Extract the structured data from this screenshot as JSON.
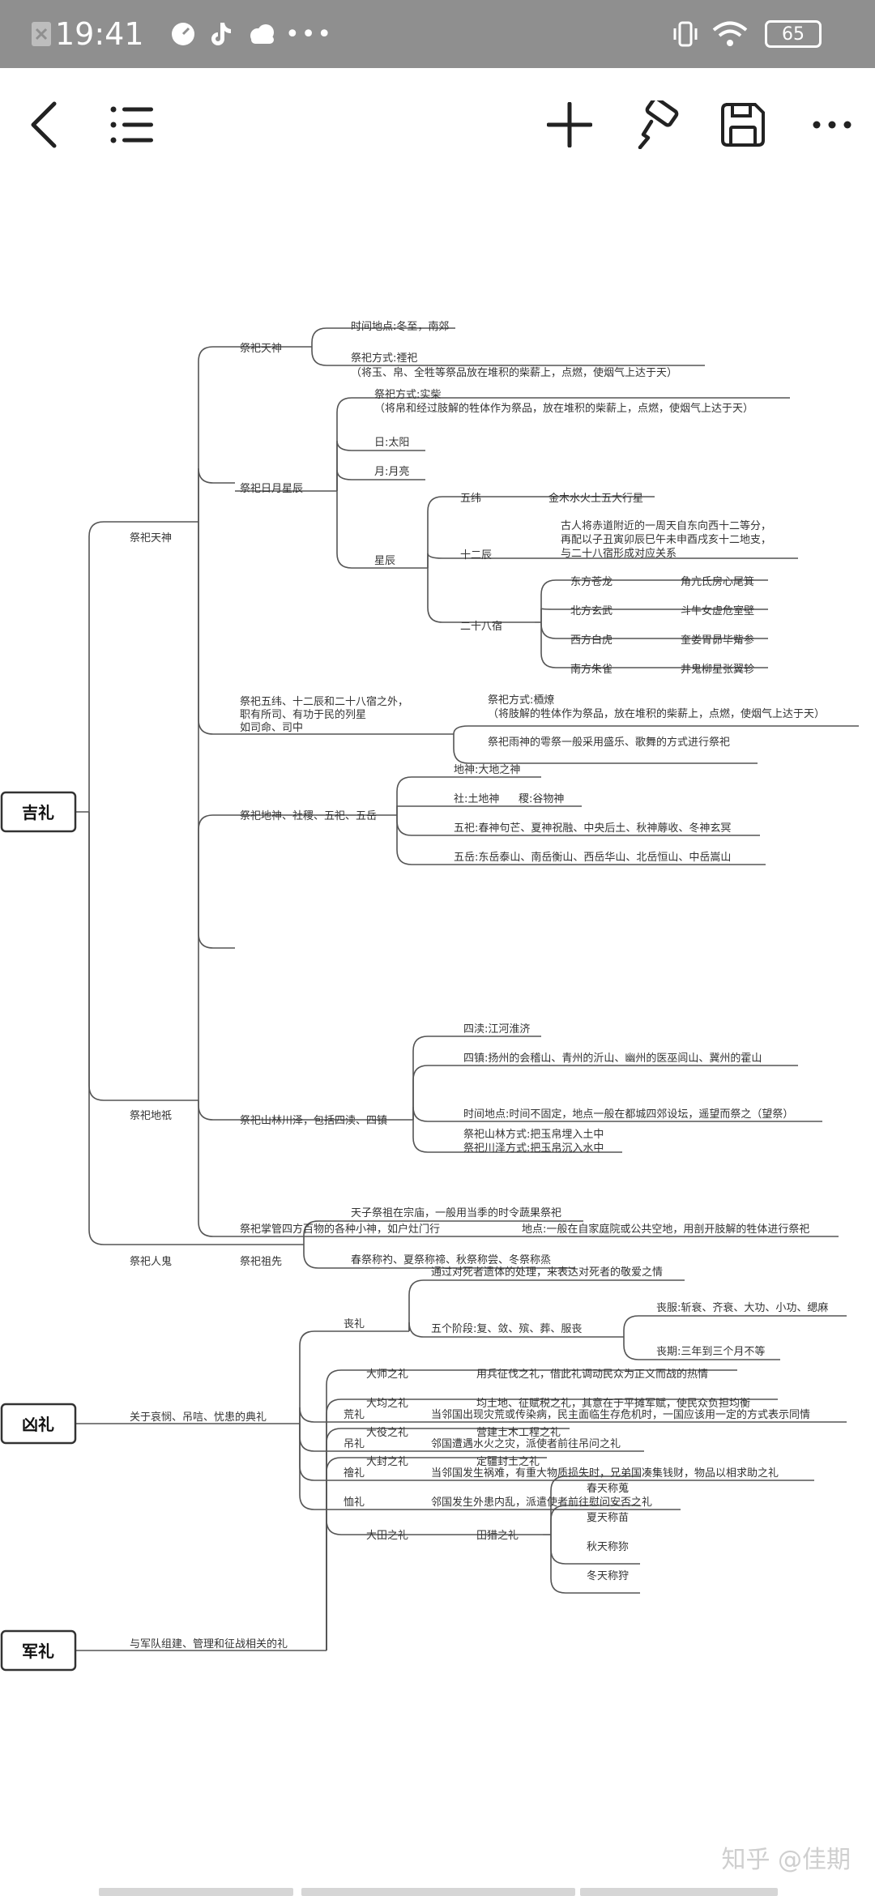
{
  "status_bar": {
    "time": "19:41",
    "battery": "65"
  },
  "watermark": "知乎 @佳期",
  "roots": {
    "jili": "吉礼",
    "xiongli": "凶礼",
    "junli": "军礼"
  },
  "jili": {
    "tianshen": "祭祀天神",
    "tian": {
      "label": "祭祀天神",
      "time": "时间地点:冬至，南郊",
      "method_1": "祭祀方式:禋祀",
      "method_2": "（将玉、帛、全牲等祭品放在堆积的柴薪上，点燃，使烟气上达于天）"
    },
    "riyue": {
      "label": "祭祀日月星辰",
      "method_1": "祭祀方式:实柴",
      "method_2": "（将帛和经过肢解的牲体作为祭品，放在堆积的柴薪上，点燃，使烟气上达于天）",
      "sun": "日:太阳",
      "moon": "月:月亮",
      "xingchen": "星辰",
      "wuwei": "五纬",
      "wuwei_desc": "金木水火土五大行星",
      "shierchen": "十二辰",
      "shierchen_desc_1": "古人将赤道附近的一周天自东向西十二等分，",
      "shierchen_desc_2": "再配以子丑寅卯辰巳午未申酉戌亥十二地支，",
      "shierchen_desc_3": "与二十八宿形成对应关系",
      "ershiba": "二十八宿",
      "east": "东方苍龙",
      "east_desc": "角亢氐房心尾箕",
      "north": "北方玄武",
      "north_desc": "斗牛女虚危室壁",
      "west": "西方白虎",
      "west_desc": "奎娄胃昴毕觜参",
      "south": "南方朱雀",
      "south_desc": "井鬼柳星张翼轸"
    },
    "other": {
      "label_1": "祭祀五纬、十二辰和二十八宿之外，",
      "label_2": "职有所司、有功于民的列星",
      "label_3": "如司命、司中",
      "method_1": "祭祀方式:槱燎",
      "method_2": "（将肢解的牲体作为祭品，放在堆积的柴薪上，点燃，使烟气上达于天）",
      "rain": "祭祀雨神的雩祭一般采用盛乐、歌舞的方式进行祭祀"
    },
    "diqi": "祭祀地祇",
    "sheji": {
      "label": "祭祀地神、社稷、五祀、五岳",
      "dishen": "地神:大地之神",
      "she": "社:土地神",
      "ji": "稷:谷物神",
      "wusi": "五祀:春神句芒、夏神祝融、中央后土、秋神蓐收、冬神玄冥",
      "wuyue": "五岳:东岳泰山、南岳衡山、西岳华山、北岳恒山、中岳嵩山"
    },
    "shanlin": {
      "label": "祭祀山林川泽，包括四渎、四镇",
      "sidu": "四渎:江河淮济",
      "sizhen": "四镇:扬州的会稽山、青州的沂山、幽州的医巫闾山、冀州的霍山",
      "time": "时间地点:时间不固定，地点一般在都城四郊设坛，遥望而祭之（望祭）",
      "method_1": "祭祀山林方式:把玉帛埋入土中",
      "method_2": "祭祀川泽方式:把玉帛沉入水中"
    },
    "xiaoshen": {
      "label": "祭祀掌管四方百物的各种小神，如户灶门行",
      "place": "地点:一般在自家庭院或公共空地，用剖开肢解的牲体进行祭祀"
    },
    "rengui": "祭祀人鬼",
    "zuxian": {
      "label": "祭祀祖先",
      "tianzi": "天子祭祖在宗庙，一般用当季的时令蔬果祭祀",
      "seasons": "春祭称礿、夏祭称禘、秋祭称尝、冬祭称烝"
    }
  },
  "xiongli": {
    "desc": "关于哀悯、吊唁、忧患的典礼",
    "sangli": "丧礼",
    "sangli_1": "通过对死者遗体的处理，来表达对死者的敬爱之情",
    "sangli_2": "五个阶段:复、敛、殡、葬、服丧",
    "sangfu": "丧服:斩衰、齐衰、大功、小功、缌麻",
    "sangqi": "丧期:三年到三个月不等",
    "huangli": "荒礼",
    "huangli_desc": "当邻国出现灾荒或传染病，民主面临生存危机时，一国应该用一定的方式表示同情",
    "diaoli": "吊礼",
    "diaoli_desc": "邻国遭遇水火之灾，派使者前往吊问之礼",
    "guili": "禬礼",
    "guili_desc": "当邻国发生祸难，有重大物质损失时，兄弟国凑集钱财，物品以相求助之礼",
    "xuli": "恤礼",
    "xuli_desc": "邻国发生外患内乱，派遣使者前往慰问安否之礼"
  },
  "junli": {
    "desc": "与军队组建、管理和征战相关的礼",
    "dashi": "大师之礼",
    "dashi_desc": "用兵征伐之礼，借此礼调动民众为正义而战的热情",
    "dajun": "大均之礼",
    "dajun_desc": "均土地、征赋税之礼，其意在于平摊军赋，使民众负担均衡",
    "dayi": "大役之礼",
    "dayi_desc": "营建土木工程之礼",
    "dafeng": "大封之礼",
    "dafeng_desc": "定疆封土之礼",
    "datian": "大田之礼",
    "tianlie": "田猎之礼",
    "spring": "春天称蒐",
    "summer": "夏天称苗",
    "autumn": "秋天称狝",
    "winter": "冬天称狩"
  }
}
